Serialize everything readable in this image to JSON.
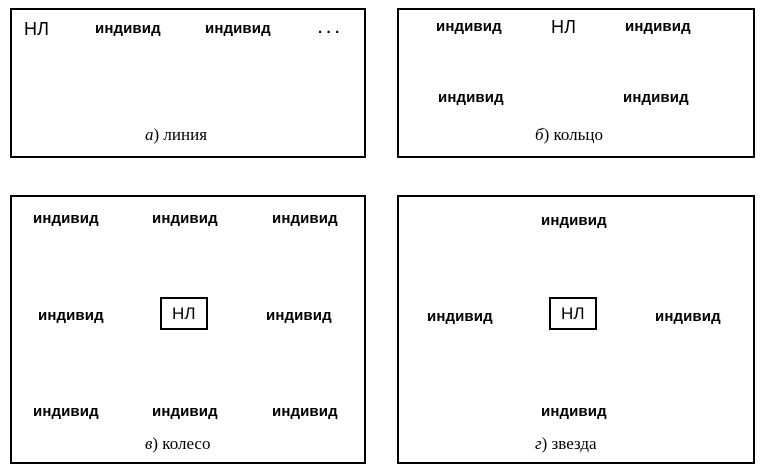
{
  "colors": {
    "stroke": "#000000",
    "background": "#ffffff"
  },
  "panels": {
    "line": {
      "caption_letter": "а",
      "caption_text": ") линия",
      "nodes": [
        "НЛ",
        "индивид",
        "индивид",
        ". . ."
      ]
    },
    "ring": {
      "caption_letter": "б",
      "caption_text": ") кольцо",
      "nodes": [
        "индивид",
        "НЛ",
        "индивид",
        "индивид",
        "индивид"
      ]
    },
    "wheel": {
      "caption_letter": "в",
      "caption_text": ") колесо",
      "center": "НЛ",
      "nodes": [
        "индивид",
        "индивид",
        "индивид",
        "индивид",
        "индивид",
        "индивид",
        "индивид",
        "индивид"
      ]
    },
    "star": {
      "caption_letter": "г",
      "caption_text": ") звезда",
      "center": "НЛ",
      "nodes": [
        "индивид",
        "индивид",
        "индивид",
        "индивид"
      ]
    }
  }
}
